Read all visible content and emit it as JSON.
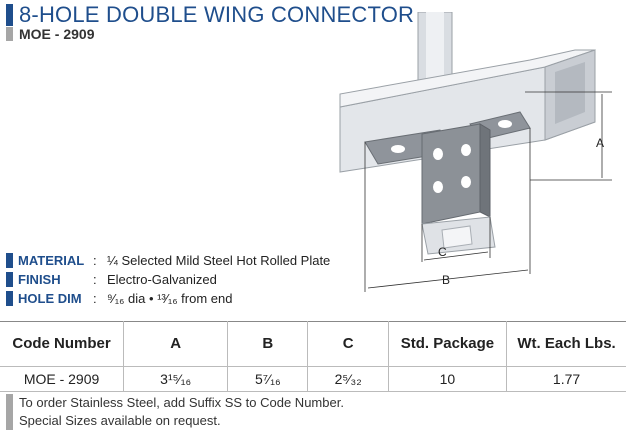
{
  "header": {
    "title": "8-HOLE DOUBLE WING CONNECTOR",
    "part_number": "MOE - 2909"
  },
  "illustration": {
    "dimension_labels": [
      "A",
      "B",
      "C"
    ]
  },
  "specs": [
    {
      "label": "MATERIAL",
      "value": "¼ Selected Mild Steel Hot Rolled Plate"
    },
    {
      "label": "FINISH",
      "value": "Electro-Galvanized"
    },
    {
      "label": "HOLE DIM",
      "value": "⁹⁄₁₆ dia • ¹³⁄₁₆ from end"
    }
  ],
  "table": {
    "headers": [
      "Code Number",
      "A",
      "B",
      "C",
      "Std. Package",
      "Wt. Each Lbs."
    ],
    "rows": [
      [
        "MOE - 2909",
        "3¹⁵⁄₁₆",
        "5⁷⁄₁₆",
        "2⁵⁄₃₂",
        "10",
        "1.77"
      ]
    ]
  },
  "notes": [
    "To order Stainless Steel, add Suffix SS to Code Number.",
    "Special Sizes available on request."
  ],
  "colors": {
    "accent": "#1f4e8c",
    "grey_bar": "#a6a6a6"
  }
}
